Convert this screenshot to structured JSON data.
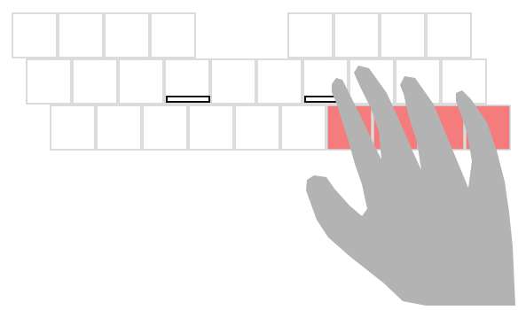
{
  "keyboard": {
    "rows": [
      {
        "name": "top-row",
        "groups": [
          {
            "keys": [
              {
                "state": "idle"
              },
              {
                "state": "idle"
              },
              {
                "state": "idle"
              },
              {
                "state": "idle"
              }
            ]
          },
          {
            "keys": [
              {
                "state": "idle"
              },
              {
                "state": "idle"
              },
              {
                "state": "idle"
              },
              {
                "state": "idle"
              }
            ]
          }
        ]
      },
      {
        "name": "home-row",
        "groups": [
          {
            "keys": [
              {
                "state": "idle"
              },
              {
                "state": "idle"
              },
              {
                "state": "idle"
              },
              {
                "state": "idle",
                "home_marker": true
              },
              {
                "state": "idle"
              },
              {
                "state": "idle"
              },
              {
                "state": "idle",
                "home_marker": true
              },
              {
                "state": "idle"
              },
              {
                "state": "idle"
              },
              {
                "state": "idle"
              }
            ]
          }
        ]
      },
      {
        "name": "bottom-row",
        "groups": [
          {
            "keys": [
              {
                "state": "idle"
              },
              {
                "state": "idle"
              },
              {
                "state": "idle"
              },
              {
                "state": "idle"
              },
              {
                "state": "idle"
              },
              {
                "state": "idle"
              },
              {
                "state": "highlighted"
              },
              {
                "state": "highlighted"
              },
              {
                "state": "highlighted"
              },
              {
                "state": "highlighted"
              }
            ]
          }
        ]
      }
    ]
  },
  "hand": {
    "side": "right",
    "icon": "hand-icon"
  },
  "colors": {
    "key_fill": "#ffffff",
    "key_border": "#d3d3d3",
    "key_highlight": "#f47c7c",
    "home_marker": "#111111",
    "hand": "#b3b3b3"
  }
}
